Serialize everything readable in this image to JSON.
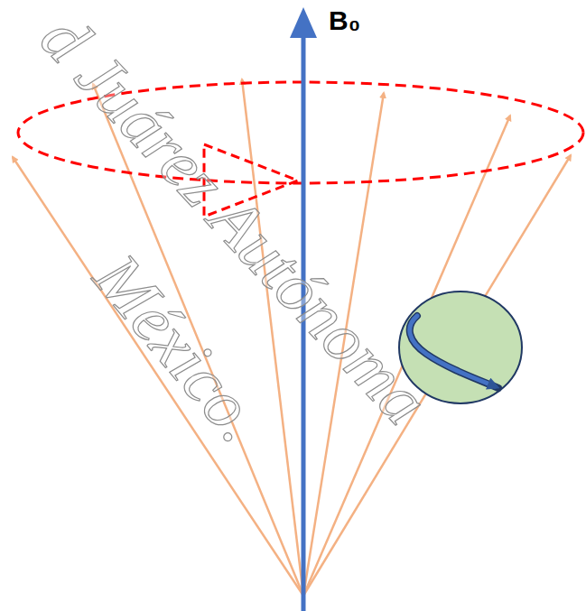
{
  "diagram": {
    "labels": [
      "B₀",
      "d Juárez Autónoma",
      "México."
    ]
  }
}
